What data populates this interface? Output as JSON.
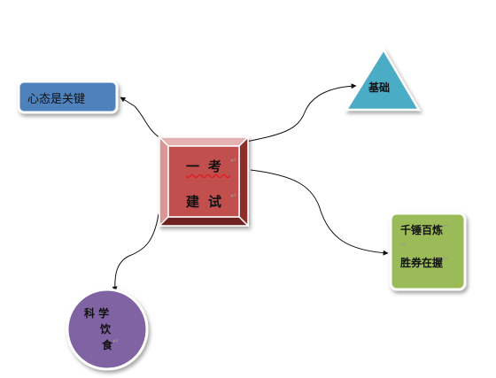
{
  "nodes": {
    "center": {
      "line1": "一考",
      "line2": "建试",
      "para_mark": "↵"
    },
    "left_box": {
      "label": "心态是关键"
    },
    "triangle": {
      "label": "基础"
    },
    "right_box": {
      "line1": "千锤百炼",
      "line3": "胜券在握",
      "para_mark": "↵"
    },
    "circle": {
      "line1": "科 学",
      "line2": "饮",
      "line3": "食",
      "para_mark": "↵"
    }
  },
  "colors": {
    "center_fill": "#c0504d",
    "left_box_fill": "#4f81bd",
    "triangle_fill": "#4bacc6",
    "right_box_fill": "#9bbb59",
    "circle_fill": "#8064a2",
    "connector": "#111111"
  }
}
